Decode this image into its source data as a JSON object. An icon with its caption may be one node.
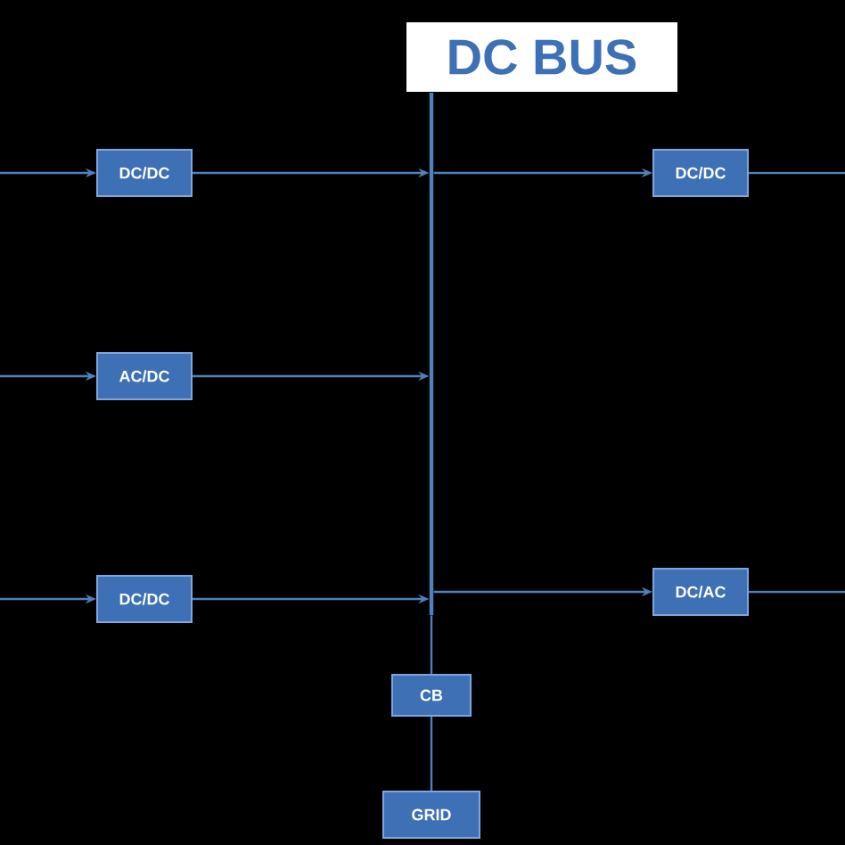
{
  "diagram": {
    "nodes": [
      {
        "text": [
          "DC BUS"
        ]
      },
      {
        "text": [],
        "shape": "bar"
      },
      {
        "text": [
          "DC/DC"
        ]
      },
      {
        "text": [
          "AC/DC"
        ]
      },
      {
        "text": [
          "DC/DC"
        ]
      },
      {
        "text": [
          "DC/DC"
        ]
      },
      {
        "text": [
          "DC/AC"
        ]
      },
      {
        "text": [
          "CB"
        ]
      },
      {
        "text": [
          "GRID"
        ]
      }
    ],
    "edges": [
      {
        "from": null,
        "to": 2,
        "arrow": "to"
      },
      {
        "from": 2,
        "to": 1,
        "arrow": "to"
      },
      {
        "from": null,
        "to": 3,
        "arrow": "to"
      },
      {
        "from": 3,
        "to": 1,
        "arrow": "to"
      },
      {
        "from": null,
        "to": 4,
        "arrow": "to"
      },
      {
        "from": 4,
        "to": 1,
        "arrow": "to"
      },
      {
        "from": 1,
        "to": 5,
        "arrow": "to"
      },
      {
        "from": 5,
        "to": null,
        "arrow": "none"
      },
      {
        "from": 1,
        "to": 6,
        "arrow": "to"
      },
      {
        "from": 6,
        "to": null,
        "arrow": "none"
      },
      {
        "from": 1,
        "to": 7,
        "arrow": "none"
      },
      {
        "from": 7,
        "to": 8,
        "arrow": "none"
      }
    ]
  }
}
